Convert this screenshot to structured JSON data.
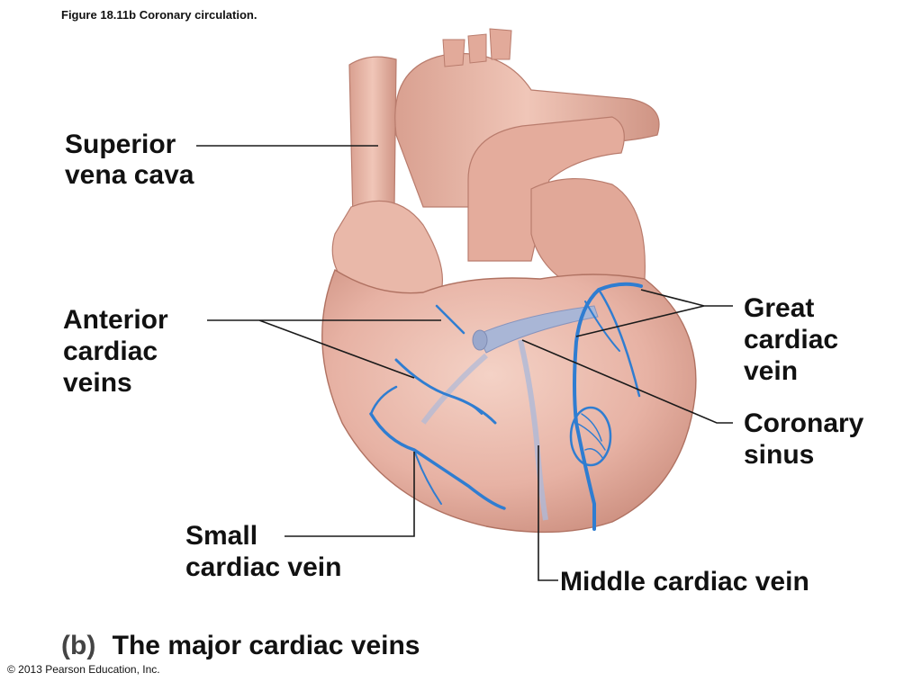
{
  "figure_caption": "Figure 18.11b  Coronary circulation.",
  "labels": {
    "superior_vena_cava": [
      "Superior",
      "vena cava"
    ],
    "anterior_cardiac_veins": [
      "Anterior",
      "cardiac",
      "veins"
    ],
    "great_cardiac_vein": [
      "Great",
      "cardiac",
      "vein"
    ],
    "coronary_sinus": [
      "Coronary",
      "sinus"
    ],
    "small_cardiac_vein": [
      "Small",
      "cardiac vein"
    ],
    "middle_cardiac_vein": "Middle cardiac vein"
  },
  "panel_letter": "(b)",
  "panel_title": "The major cardiac veins",
  "copyright": "© 2013 Pearson Education, Inc.",
  "colors": {
    "heart_fill": "#e7b2a4",
    "heart_shade": "#c98b7b",
    "heart_highlight": "#f4d2c6",
    "vein": "#2f7dd1",
    "vein_outline": "#1d5fa8",
    "leader_line": "#1a1a1a"
  }
}
